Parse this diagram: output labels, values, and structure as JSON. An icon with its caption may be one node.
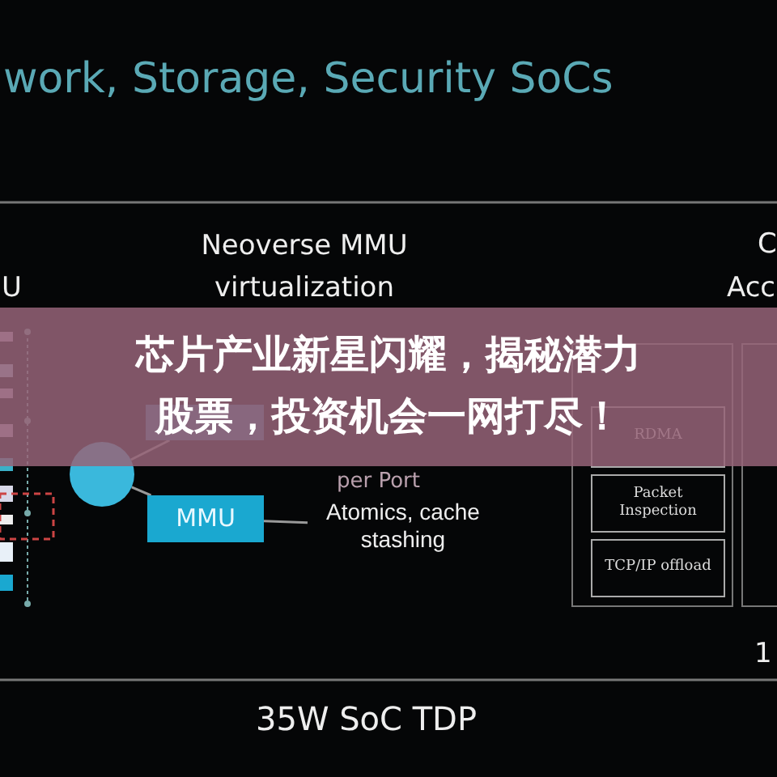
{
  "diagram": {
    "nodes": [
      {
        "text": [],
        "shape": "circle"
      },
      {
        "text": [],
        "shape": "box"
      },
      {
        "text": [
          "MMU"
        ]
      },
      {
        "text": [
          "Atomics, cache stashing"
        ]
      },
      {
        "text": [],
        "shape": "box"
      },
      {
        "text": [
          "RDMA"
        ],
        "in": 4
      },
      {
        "text": [
          "Packet Inspection"
        ],
        "in": 4
      },
      {
        "text": [
          "TCP/IP offload"
        ],
        "in": 4
      },
      {
        "text": [],
        "shape": "box"
      }
    ],
    "edges": [
      {
        "from": 0,
        "to": 1,
        "arrow": "none"
      },
      {
        "from": 0,
        "to": 2,
        "arrow": "none"
      },
      {
        "from": 2,
        "to": 3,
        "arrow": "none"
      }
    ],
    "labels": [
      "work, Storage, Security SoCs",
      "Neoverse MMU virtualization",
      "U",
      "C",
      "Acc",
      "per Port",
      "1",
      "35W SoC TDP",
      "芯片产业新星闪耀，揭秘潜力股票，投资机会一网打尽！"
    ]
  }
}
